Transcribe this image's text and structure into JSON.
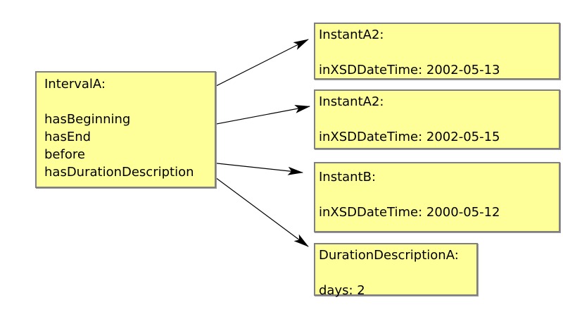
{
  "interval": {
    "title": "IntervalA:",
    "properties": [
      "hasBeginning",
      "hasEnd",
      "before",
      "hasDurationDescription"
    ]
  },
  "instant_a2_first": {
    "title": "InstantA2:",
    "value": "inXSDDateTime: 2002-05-13"
  },
  "instant_a2_second": {
    "title": "InstantA2:",
    "value": "inXSDDateTime: 2002-05-15"
  },
  "instant_b": {
    "title": "InstantB:",
    "value": "inXSDDateTime: 2000-05-12"
  },
  "duration": {
    "title": "DurationDescriptionA:",
    "value": "days: 2"
  },
  "colors": {
    "box_fill": "#ffff99",
    "box_border": "#7f7f7f",
    "arrow": "#000000"
  }
}
